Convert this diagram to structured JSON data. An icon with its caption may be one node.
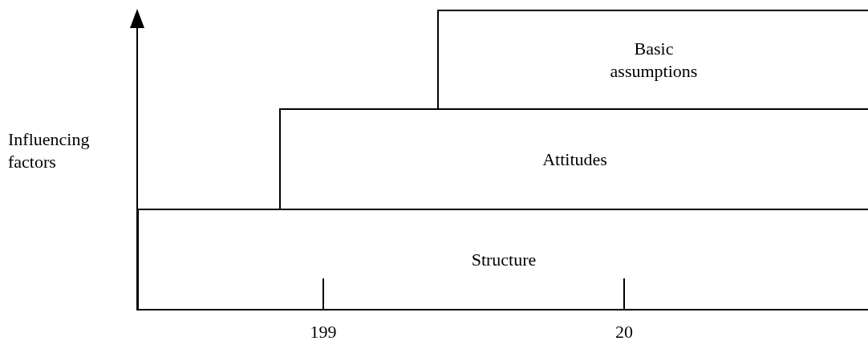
{
  "diagram": {
    "nodes": [
      {
        "text": [
          "Basic assumptions"
        ]
      },
      {
        "text": [
          "Attitudes"
        ]
      },
      {
        "text": [
          "Structure"
        ]
      }
    ],
    "labels": [
      "Influencing factors",
      "199",
      "20"
    ]
  }
}
